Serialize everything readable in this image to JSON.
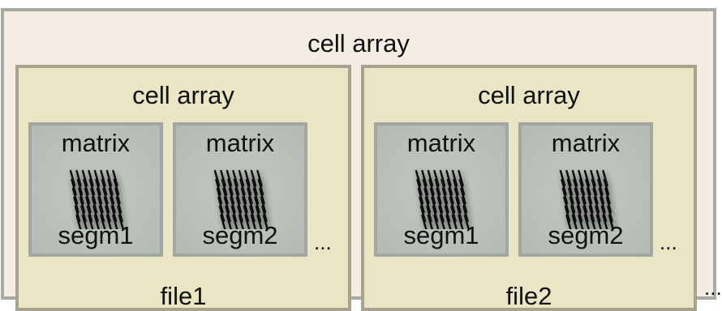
{
  "outer": {
    "title": "cell array",
    "ellipsis": "..."
  },
  "files": [
    {
      "title": "cell array",
      "label": "file1",
      "ellipsis": "...",
      "segments": [
        {
          "type": "matrix",
          "label": "segm1",
          "icon": "signal-matrix-icon"
        },
        {
          "type": "matrix",
          "label": "segm2",
          "icon": "signal-matrix-icon"
        }
      ]
    },
    {
      "title": "cell array",
      "label": "file2",
      "ellipsis": "...",
      "segments": [
        {
          "type": "matrix",
          "label": "segm1",
          "icon": "signal-matrix-icon"
        },
        {
          "type": "matrix",
          "label": "segm2",
          "icon": "signal-matrix-icon"
        }
      ]
    }
  ],
  "colors": {
    "outer_fill": "#f3ede4",
    "outer_border": "#a9a9a3",
    "file_fill": "#e9e5c5",
    "file_border": "#a6a48f",
    "segment_fill": "#b8beb7",
    "segment_border": "#a3a7a0",
    "text": "#111111"
  }
}
